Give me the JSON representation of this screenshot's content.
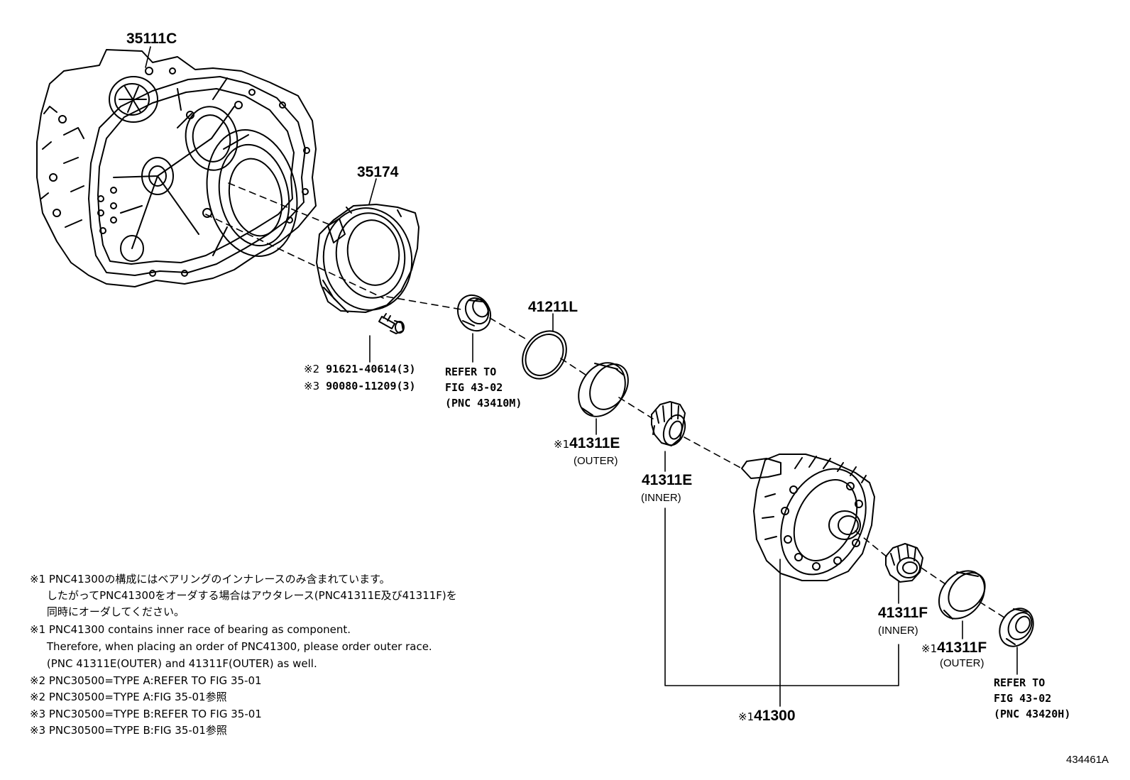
{
  "labels": {
    "case": "35111C",
    "cover": "35174",
    "shim": "41211L",
    "bolt_line1_mark": "※2",
    "bolt_line1": "91621-40614(3)",
    "bolt_line2_mark": "※3",
    "bolt_line2": "90080-11209(3)",
    "refer1": [
      "REFER TO",
      "FIG 43-02",
      "(PNC 43410M)"
    ],
    "outer_e_mark": "※1",
    "outer_e": "41311E",
    "outer_e_sub": "(OUTER)",
    "inner_e": "41311E",
    "inner_e_sub": "(INNER)",
    "inner_f": "41311F",
    "inner_f_sub": "(INNER)",
    "outer_f_mark": "※1",
    "outer_f": "41311F",
    "outer_f_sub": "(OUTER)",
    "refer2": [
      "REFER TO",
      "FIG 43-02",
      "(PNC 43420H)"
    ],
    "diff_mark": "※1",
    "diff": "41300",
    "fig_id": "434461A"
  },
  "notes": [
    "※1 PNC41300の構成にはベアリングのインナレースのみ含まれています。",
    "     したがってPNC41300をオーダする場合はアウタレース(PNC41311E及び41311F)を",
    "     同時にオーダしてください。",
    "※1 PNC41300 contains inner race of bearing as component.",
    "     Therefore, when placing an order of PNC41300, please order outer race.",
    "     (PNC 41311E(OUTER) and 41311F(OUTER) as well.",
    "※2 PNC30500=TYPE A:REFER TO FIG 35-01",
    "※2 PNC30500=TYPE A:FIG 35-01参照",
    "※3 PNC30500=TYPE B:REFER TO FIG 35-01",
    "※3 PNC30500=TYPE B:FIG 35-01参照"
  ]
}
